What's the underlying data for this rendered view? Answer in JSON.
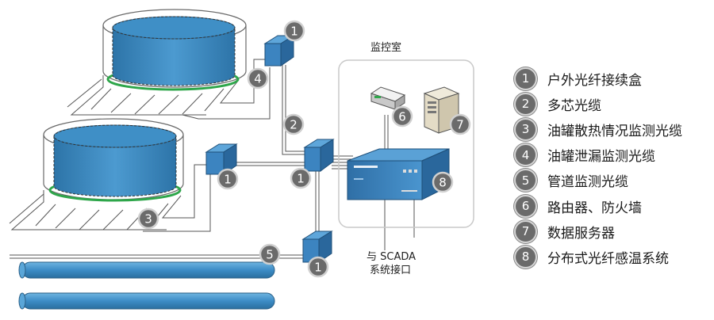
{
  "control_room": {
    "label": "监控室"
  },
  "scada": {
    "line1": "与 SCADA",
    "line2": "系统接口"
  },
  "markers": {
    "m1a": "1",
    "m1b": "1",
    "m1c": "1",
    "m1d": "1",
    "m2": "2",
    "m3": "3",
    "m4": "4",
    "m5": "5",
    "m6": "6",
    "m7": "7",
    "m8": "8"
  },
  "legend": {
    "items": [
      {
        "num": "1",
        "text": "户外光纤接续盒"
      },
      {
        "num": "2",
        "text": "多芯光缆"
      },
      {
        "num": "3",
        "text": "油罐散热情况监测光缆"
      },
      {
        "num": "4",
        "text": "油罐泄漏监测光缆"
      },
      {
        "num": "5",
        "text": "管道监测光缆"
      },
      {
        "num": "6",
        "text": "路由器、防火墙"
      },
      {
        "num": "7",
        "text": "数据服务器"
      },
      {
        "num": "8",
        "text": "分布式光纤感温系统"
      }
    ]
  },
  "colors": {
    "tank": "#3f8fc6",
    "tank_dark": "#2e78ad",
    "ring": "#2ea64a",
    "box": "#3c84c0",
    "marker": "#6b6b6b",
    "frame": "#c9c9c9"
  }
}
